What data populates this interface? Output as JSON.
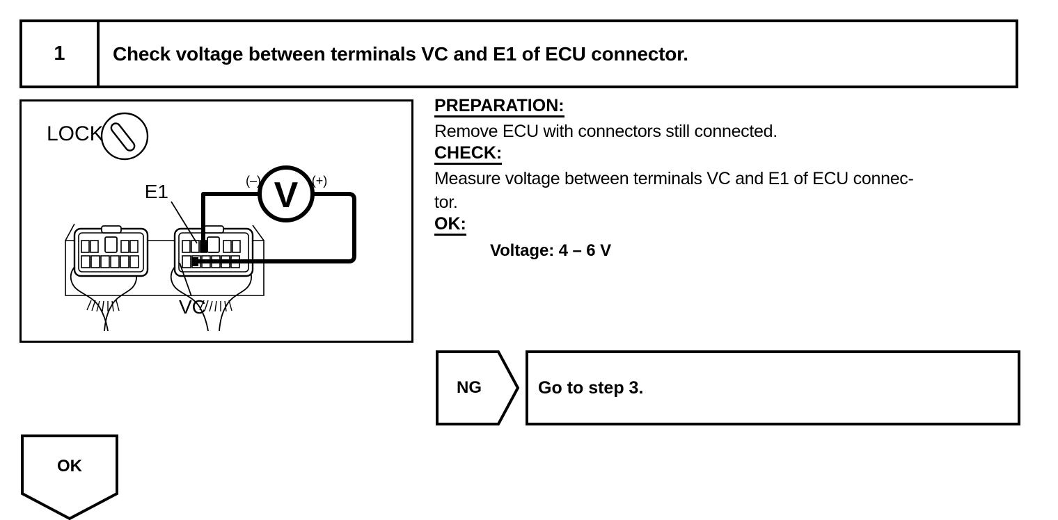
{
  "step": {
    "number": "1",
    "title": "Check voltage between terminals VC and E1 of ECU connector."
  },
  "diagram": {
    "lock_label": "LOCK",
    "terminal_e1": "E1",
    "terminal_vc": "VC",
    "meter_symbol": "V",
    "polarity_negative": "(–)",
    "polarity_positive": "(+)"
  },
  "instructions": {
    "preparation_heading": "PREPARATION:",
    "preparation_text": "Remove ECU with connectors still connected.",
    "check_heading": "CHECK:",
    "check_text": "Measure voltage between terminals VC and E1 of ECU connec-",
    "check_text_cont": "tor.",
    "ok_heading": "OK:",
    "ok_value": "Voltage: 4 – 6 V"
  },
  "branches": {
    "ng_label": "NG",
    "ng_action": "Go to step 3.",
    "ok_label": "OK"
  },
  "colors": {
    "ink": "#000000",
    "paper": "#ffffff"
  }
}
